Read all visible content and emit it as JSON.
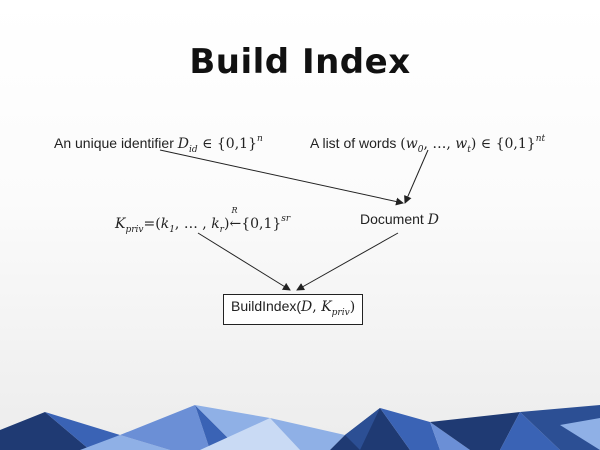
{
  "slide": {
    "title": "Build Index"
  },
  "nodes": {
    "identifier": {
      "text": "An unique identifier ",
      "var": "D",
      "var_sub": "id",
      "set": " ∈ {0,1}",
      "set_sup": "n"
    },
    "words": {
      "text": "A list of words ",
      "open": "(",
      "w0": "w",
      "w0_sub": "0",
      "mid": ", …, ",
      "wt": "w",
      "wt_sub": "t",
      "close": ") ∈ {0,1}",
      "set_sup": "nt"
    },
    "key": {
      "var": "K",
      "var_sub": "priv",
      "eq": "=(",
      "k1": "k",
      "k1_sub": "1",
      "mid": ", … , ",
      "kr": "k",
      "kr_sub": "r",
      "close": ")",
      "arrow": "←",
      "arrow_over": "R",
      "set": "{0,1}",
      "set_sup": "sr"
    },
    "document": {
      "text": "Document ",
      "var": "D"
    },
    "build": {
      "text": "BuildIndex(",
      "var": "D",
      "comma": ", ",
      "kvar": "K",
      "kvar_sub": "priv",
      "close": ")"
    }
  },
  "colors": {
    "footer_dark": "#1f3a73",
    "footer_mid": "#3a63b5",
    "footer_light": "#8fb0e6",
    "footer_pale": "#c9daf4"
  }
}
